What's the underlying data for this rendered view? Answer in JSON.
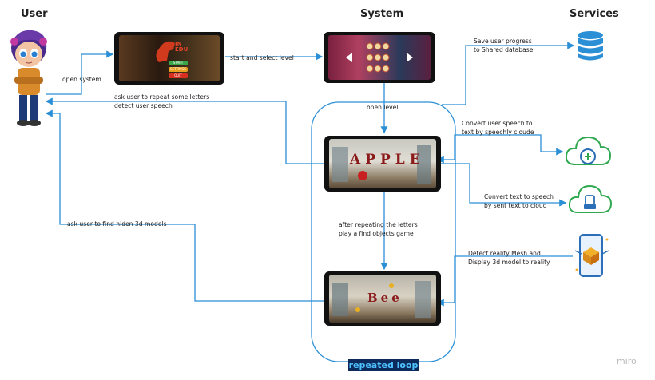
{
  "headers": {
    "user": "User",
    "system": "System",
    "services": "Services"
  },
  "labels": {
    "open_system": "open system",
    "start_select": "start and select level",
    "ask_repeat_1": "ask user to repeat some letters",
    "ask_repeat_2": "detect user speech",
    "open_level": "open level",
    "after_repeat_1": "after repeating the letters",
    "after_repeat_2": "play a find objects game",
    "ask_find": "ask user to find hiden 3d models",
    "save_1": "Save user progress",
    "save_2": "to Shared database",
    "convert1_1": "Convert user speech to",
    "convert1_2": "text by speechly cloude",
    "convert2_1": "Convert text to speech",
    "convert2_2": "by sent text to cloud",
    "detect_1": "Detect reality Mesh and",
    "detect_2": "Display 3d model to reality",
    "loop": "repeated loop"
  },
  "screens": {
    "menu_title": "IN EDU",
    "menu_buttons": [
      "START",
      "SETTINGS",
      "QUIT"
    ],
    "word_apple": "APPLE",
    "word_bee": "Bee"
  },
  "icons": {
    "user": "cartoon-boy-icon",
    "database": "database-icon",
    "cloud_speechly": "speechly-cloud-icon",
    "cloud_tts": "tts-cloud-icon",
    "ar_phone": "ar-phone-icon"
  },
  "watermark": "miro",
  "colors": {
    "arrow": "#2b8fd6",
    "loop": "#2b8fd6",
    "badge_bg": "#0d2a5c",
    "badge_text": "#4fc3ff"
  }
}
